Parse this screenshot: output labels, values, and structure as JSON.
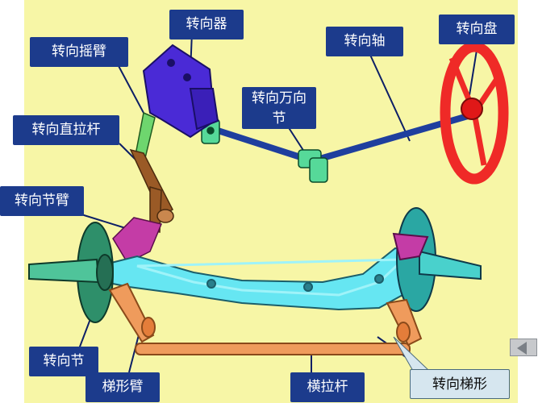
{
  "labels": {
    "steering_gear": "转向器",
    "steering_wheel": "转向盘",
    "pitman_arm": "转向摇臂",
    "steering_shaft": "转向轴",
    "universal_joint": "转向万向节",
    "drag_link": "转向直拉杆",
    "knuckle_arm": "转向节臂",
    "steering_knuckle": "转向节",
    "trapezoid_arm": "梯形臂",
    "tie_rod": "横拉杆",
    "steering_trapezoid": "转向梯形"
  },
  "colors": {
    "background": "#f7f6a6",
    "label_bg": "#1c3b8c",
    "steering_wheel": "#ef2a27",
    "gear": "#4a2ad6",
    "shaft": "#1f3f9e",
    "axle": "#66e6f2",
    "tie_rod": "#ef9b5c",
    "knuckle_left": "#2e8f6a",
    "drag_link": "#9a5a26",
    "knuckle_arm": "#c43ca6"
  },
  "icons": {
    "nav": "arrow-left-icon"
  }
}
